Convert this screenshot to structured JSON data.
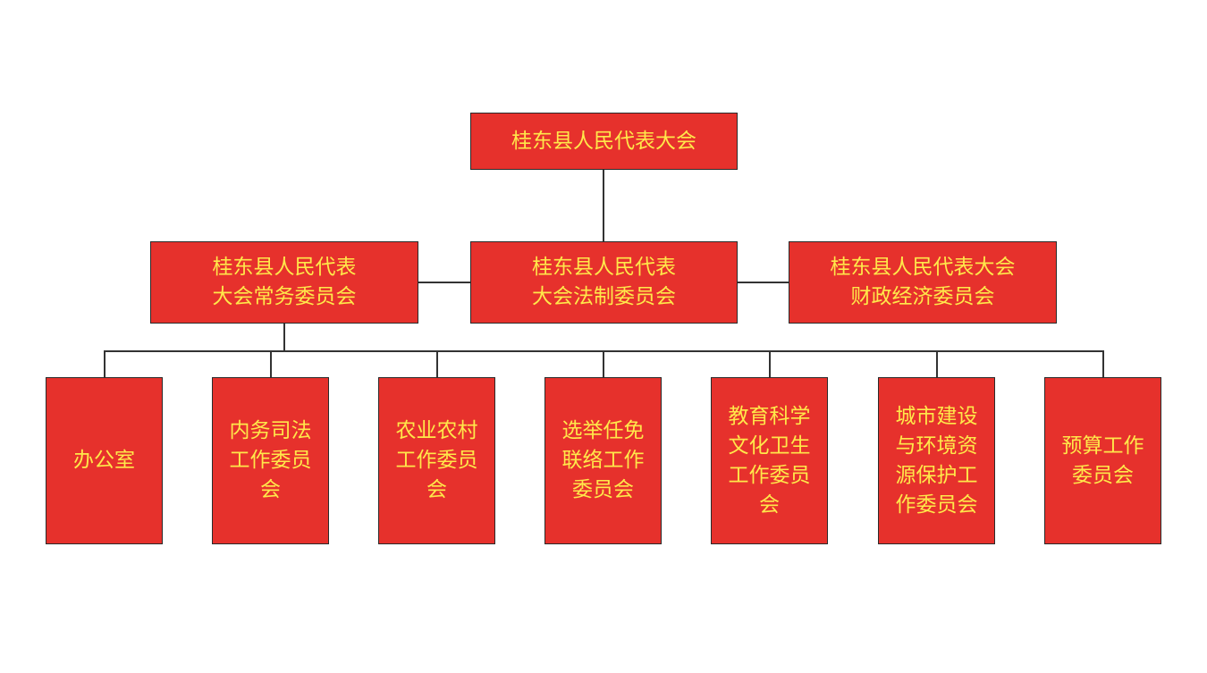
{
  "colors": {
    "node_fill": "#e6312c",
    "node_text": "#ffe84a",
    "connector": "#333333"
  },
  "root": {
    "lines": [
      "桂东县人民代表大会"
    ]
  },
  "level2": [
    {
      "lines": [
        "桂东县人民代表",
        "大会常务委员会"
      ]
    },
    {
      "lines": [
        "桂东县人民代表",
        "大会法制委员会"
      ]
    },
    {
      "lines": [
        "桂东县人民代表大会",
        "财政经济委员会"
      ]
    }
  ],
  "level3": [
    {
      "lines": [
        "办公室"
      ]
    },
    {
      "lines": [
        "内务司法",
        "工作委员",
        "会"
      ]
    },
    {
      "lines": [
        "农业农村",
        "工作委员",
        "会"
      ]
    },
    {
      "lines": [
        "选举任免",
        "联络工作",
        "委员会"
      ]
    },
    {
      "lines": [
        "教育科学",
        "文化卫生",
        "工作委员",
        "会"
      ]
    },
    {
      "lines": [
        "城市建设",
        "与环境资",
        "源保护工",
        "作委员会"
      ]
    },
    {
      "lines": [
        "预算工作",
        "委员会"
      ]
    }
  ]
}
